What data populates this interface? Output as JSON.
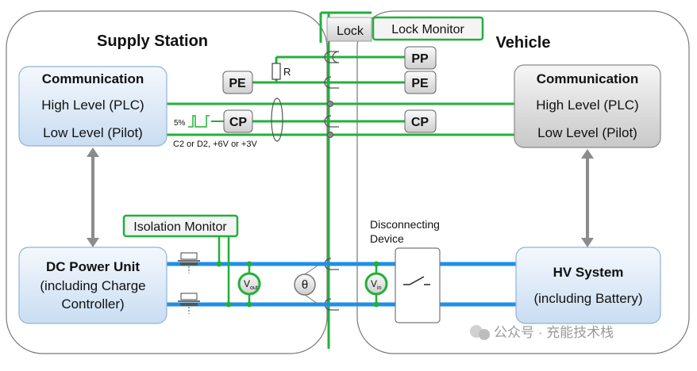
{
  "supply_station": {
    "title": "Supply Station",
    "communication": {
      "title": "Communication",
      "high": "High Level (PLC)",
      "low": "Low Level (Pilot)"
    },
    "pe_label": "PE",
    "cp_label": "CP",
    "r_label": "R",
    "duty": "5%",
    "cp_states": "C2 or D2, +6V or +3V",
    "isolation_monitor": "Isolation Monitor",
    "dc_unit": {
      "title": "DC Power Unit",
      "line2": "(including Charge",
      "line3": "Controller)"
    },
    "theta": "θ",
    "vout_main": "V",
    "vout_sub": "out"
  },
  "vehicle": {
    "title": "Vehicle",
    "communication": {
      "title": "Communication",
      "high": "High Level (PLC)",
      "low": "Low Level (Pilot)"
    },
    "pp_label": "PP",
    "pe_label": "PE",
    "cp_label": "CP",
    "disconnecting": {
      "line1": "Disconnecting",
      "line2": "Device"
    },
    "hv": {
      "title": "HV System",
      "line2": "(including Battery)"
    },
    "vin_main": "V",
    "vin_sub": "in"
  },
  "lock": "Lock",
  "lock_monitor": "Lock Monitor",
  "watermark": "公众号 · 充能技术栈",
  "colors": {
    "green": "#22b03a",
    "blue": "#1e90e8",
    "grey_arrow": "#8c8c8c",
    "comm_fill": "#dcdcdc",
    "box_fill_blue": "#e6f0fb"
  }
}
